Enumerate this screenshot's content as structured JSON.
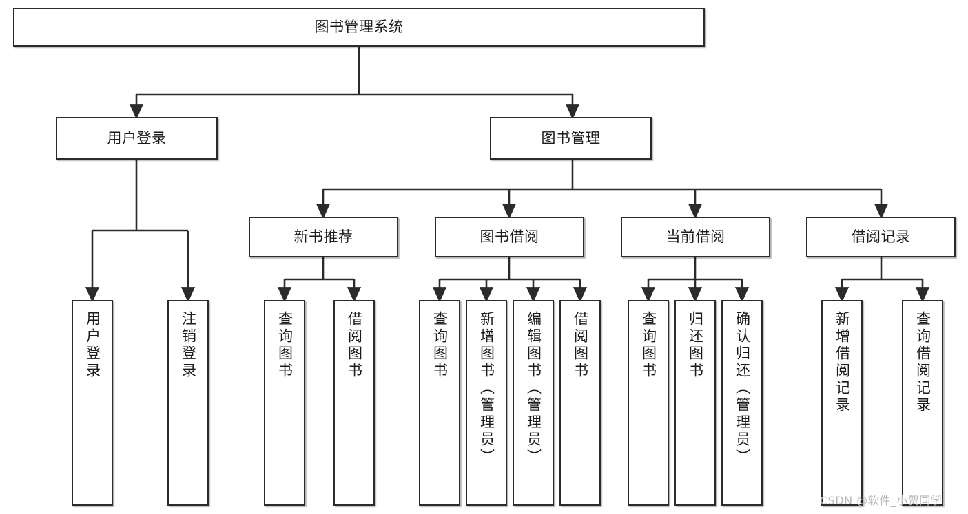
{
  "diagram": {
    "type": "tree",
    "title": "图书管理系统",
    "watermark": "CSDN @软件_小贺同学",
    "colors": {
      "box_border": "#2b2b2b",
      "box_fill": "#ffffff",
      "connector": "#2b2b2b",
      "text": "#1b1b1b",
      "watermark": "#b9b9b9"
    },
    "root": {
      "label": "图书管理系统"
    },
    "level2": [
      {
        "label": "用户登录"
      },
      {
        "label": "图书管理"
      }
    ],
    "level3": [
      {
        "label": "新书推荐"
      },
      {
        "label": "图书借阅"
      },
      {
        "label": "当前借阅"
      },
      {
        "label": "借阅记录"
      }
    ],
    "leaves": {
      "user_login": [
        {
          "label": "用户登录"
        },
        {
          "label": "注销登录"
        }
      ],
      "new_book_recommend": [
        {
          "label": "查询图书"
        },
        {
          "label": "借阅图书"
        }
      ],
      "book_borrow": [
        {
          "label": "查询图书"
        },
        {
          "label": "新增图书（管理员）"
        },
        {
          "label": "编辑图书（管理员）"
        },
        {
          "label": "借阅图书"
        }
      ],
      "current_borrow": [
        {
          "label": "查询图书"
        },
        {
          "label": "归还图书"
        },
        {
          "label": "确认归还（管理员）"
        }
      ],
      "borrow_record": [
        {
          "label": "新增借阅记录"
        },
        {
          "label": "查询借阅记录"
        }
      ]
    }
  }
}
